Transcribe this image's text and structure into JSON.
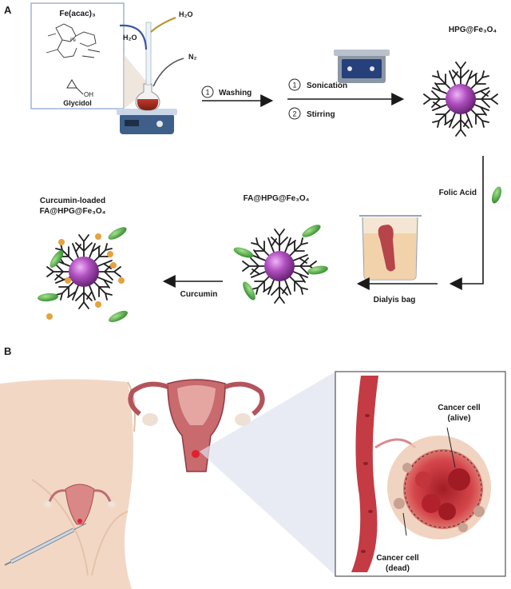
{
  "panel_a": {
    "label": "A",
    "precursor_box": {
      "reagent_1": "Fe(acac)₃",
      "reagent_2": "Glycidol",
      "oh_label": "OH"
    },
    "reactor": {
      "water_in": "H₂O",
      "water_out": "H₂O",
      "gas": "N₂"
    },
    "step_washing": {
      "number": "1",
      "label": "Washing"
    },
    "step_sonication": {
      "number": "1",
      "label": "Sonication"
    },
    "step_stirring": {
      "number": "2",
      "label": "Stirring"
    },
    "product_hpg": "HPG@Fe₃O₄",
    "step_folic_acid": "Folic Acid",
    "step_dialysis": "Dialyis bag",
    "product_fa_hpg": "FA@HPG@Fe₃O₄",
    "step_curcumin": "Curcumin",
    "product_final_line1": "Curcumin-loaded",
    "product_final_line2": "FA@HPG@Fe₃O₄"
  },
  "panel_b": {
    "label": "B",
    "cancer_alive_line1": "Cancer cell",
    "cancer_alive_line2": "(alive)",
    "cancer_dead_line1": "Cancer cell",
    "cancer_dead_line2": "(dead)"
  },
  "colors": {
    "nanoparticle_core": "#b04fc0",
    "folate_ellipse": "#4caf3e",
    "curcumin_dot": "#e6a23c",
    "vessel_red": "#c0303a",
    "tissue_pink": "#e8b7a5"
  }
}
